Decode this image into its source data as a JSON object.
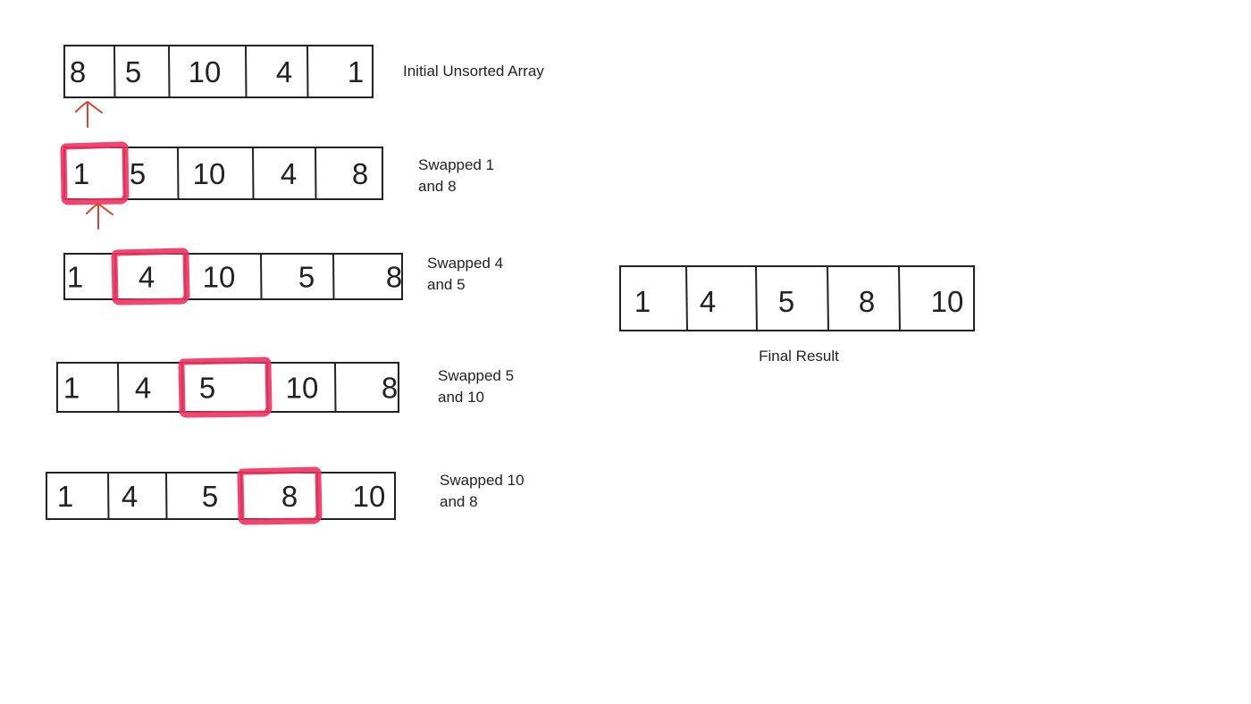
{
  "diagram": {
    "rows": [
      {
        "values": [
          "8",
          "5",
          "10",
          "4",
          "1"
        ],
        "caption": [
          "Initial Unsorted Array"
        ],
        "highlight_index": null,
        "arrow_index": 0
      },
      {
        "values": [
          "1",
          "5",
          "10",
          "4",
          "8"
        ],
        "caption": [
          "Swapped 1",
          "and 8"
        ],
        "highlight_index": 0,
        "arrow_index": 0
      },
      {
        "values": [
          "1",
          "4",
          "10",
          "5",
          "8"
        ],
        "caption": [
          "Swapped 4",
          "and 5"
        ],
        "highlight_index": 1,
        "arrow_index": null
      },
      {
        "values": [
          "1",
          "4",
          "5",
          "10",
          "8"
        ],
        "caption": [
          "Swapped 5",
          "and 10"
        ],
        "highlight_index": 2,
        "arrow_index": null
      },
      {
        "values": [
          "1",
          "4",
          "5",
          "8",
          "10"
        ],
        "caption": [
          "Swapped 10",
          "and 8"
        ],
        "highlight_index": 3,
        "arrow_index": null
      }
    ],
    "final": {
      "values": [
        "1",
        "4",
        "5",
        "8",
        "10"
      ],
      "caption": [
        "Final Result"
      ]
    },
    "colors": {
      "line": "#222222",
      "highlight": "#f0325f",
      "arrow": "#d9442c"
    }
  }
}
